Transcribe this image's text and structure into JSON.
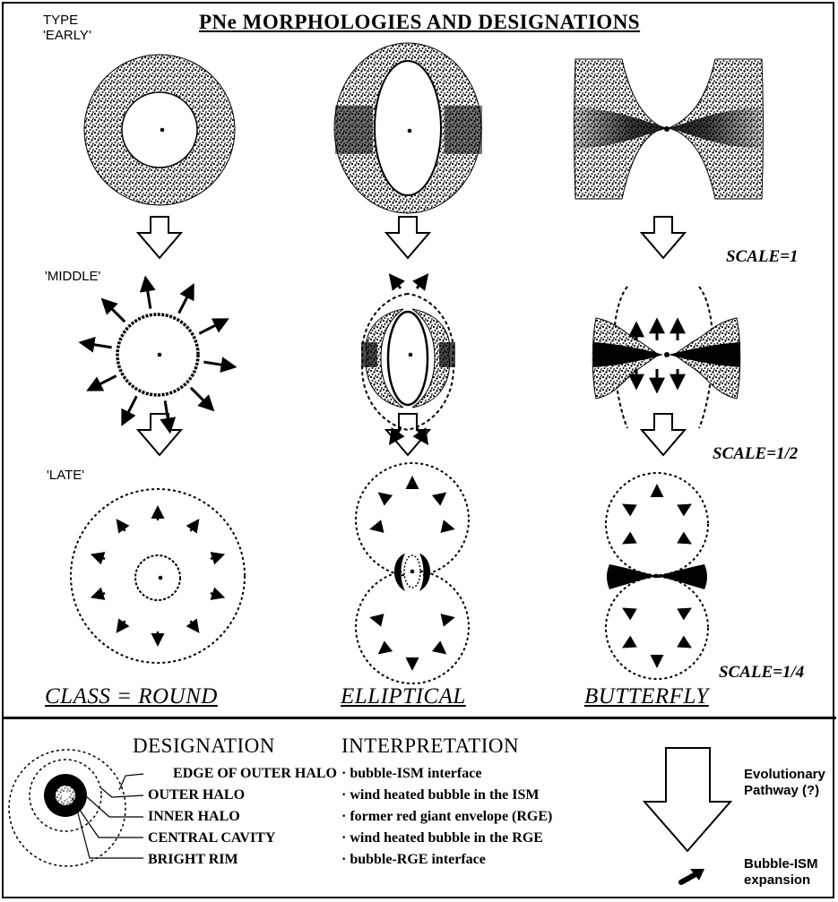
{
  "title": "PNe MORPHOLOGIES AND DESIGNATIONS",
  "stages": {
    "early": "TYPE\n'EARLY'",
    "middle": "'MIDDLE'",
    "late": "'LATE'"
  },
  "scales": {
    "s1": "SCALE=1",
    "s2": "SCALE=1/2",
    "s3": "SCALE=1/4"
  },
  "classes": {
    "round": "CLASS = ROUND",
    "elliptical": "ELLIPTICAL",
    "butterfly": "BUTTERFLY"
  },
  "legend": {
    "designation_header": "DESIGNATION",
    "interpretation_header": "INTERPRETATION",
    "rows": [
      {
        "designation": "EDGE OF OUTER HALO",
        "interpretation": "· bubble-ISM interface"
      },
      {
        "designation": "OUTER HALO",
        "interpretation": "· wind heated bubble in the ISM"
      },
      {
        "designation": "INNER HALO",
        "interpretation": "· former red giant envelope (RGE)"
      },
      {
        "designation": "CENTRAL CAVITY",
        "interpretation": "· wind heated bubble in the RGE"
      },
      {
        "designation": "BRIGHT RIM",
        "interpretation": "· bubble-RGE interface"
      }
    ],
    "pathway_label": "Evolutionary\nPathway (?)",
    "expansion_label": "Bubble-ISM\nexpansion"
  },
  "colors": {
    "ink": "#000000",
    "background": "#ffffff"
  }
}
